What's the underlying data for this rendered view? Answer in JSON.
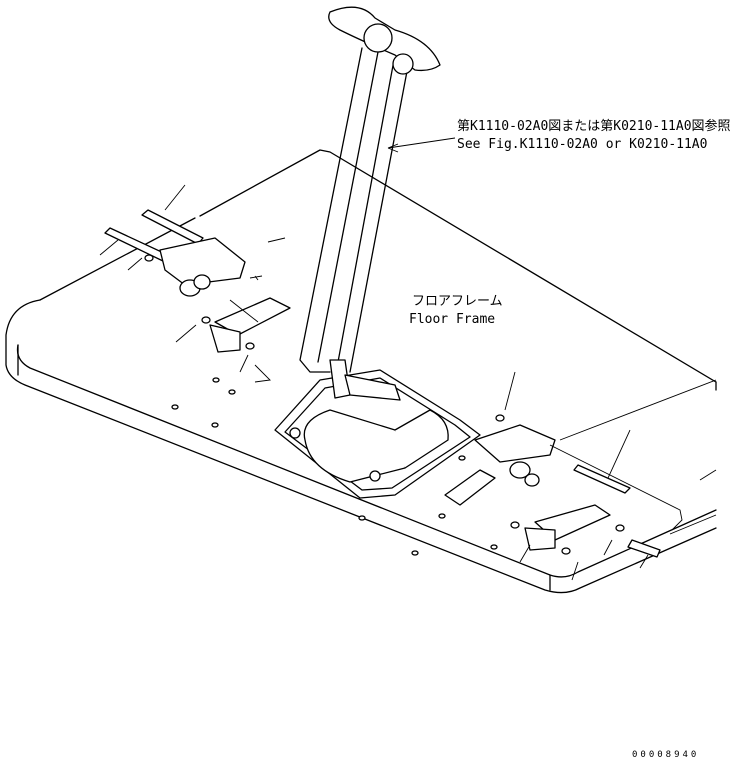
{
  "reference_note": {
    "japanese": "第K1110-02A0図または第K0210-11A0図参照",
    "english": "See Fig.K1110-02A0 or K0210-11A0"
  },
  "floor_frame": {
    "japanese": "フロアフレーム",
    "english": "Floor Frame"
  },
  "drawing_number": "00008940"
}
